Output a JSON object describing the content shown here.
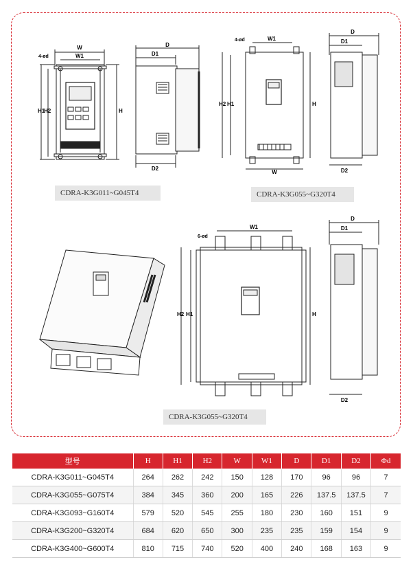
{
  "colors": {
    "accent": "#d7262e",
    "caption_bg": "#e6e6e6",
    "line": "#222222"
  },
  "drawings": {
    "small": {
      "caption": "CDRA-K3G011~G045T4",
      "front_labels": {
        "w": "W",
        "w1": "W1",
        "hole": "4-ød",
        "h": "H",
        "h1": "H1",
        "h2": "H2"
      },
      "side_labels": {
        "d": "D",
        "d1": "D1",
        "d2": "D2"
      }
    },
    "medium": {
      "caption": "CDRA-K3G055~G320T4",
      "front_labels": {
        "w": "W",
        "w1": "W1",
        "hole": "4-ød",
        "h": "H",
        "h1": "H1",
        "h2": "H2"
      },
      "side_labels": {
        "d": "D",
        "d1": "D1",
        "d2": "D2"
      }
    },
    "large": {
      "caption": "CDRA-K3G055~G320T4",
      "front_labels": {
        "w1": "W1",
        "hole": "6-ød",
        "h": "H",
        "h1": "H1",
        "h2": "H2"
      },
      "side_labels": {
        "d": "D",
        "d1": "D1",
        "d2": "D2"
      }
    }
  },
  "table": {
    "headers": [
      "型号",
      "H",
      "H1",
      "H2",
      "W",
      "W1",
      "D",
      "D1",
      "D2",
      "Φd"
    ],
    "rows": [
      [
        "CDRA-K3G011~G045T4",
        "264",
        "262",
        "242",
        "150",
        "128",
        "170",
        "96",
        "96",
        "7"
      ],
      [
        "CDRA-K3G055~G075T4",
        "384",
        "345",
        "360",
        "200",
        "165",
        "226",
        "137.5",
        "137.5",
        "7"
      ],
      [
        "CDRA-K3G093~G160T4",
        "579",
        "520",
        "545",
        "255",
        "180",
        "230",
        "160",
        "151",
        "9"
      ],
      [
        "CDRA-K3G200~G320T4",
        "684",
        "620",
        "650",
        "300",
        "235",
        "235",
        "159",
        "154",
        "9"
      ],
      [
        "CDRA-K3G400~G600T4",
        "810",
        "715",
        "740",
        "520",
        "400",
        "240",
        "168",
        "163",
        "9"
      ]
    ]
  }
}
